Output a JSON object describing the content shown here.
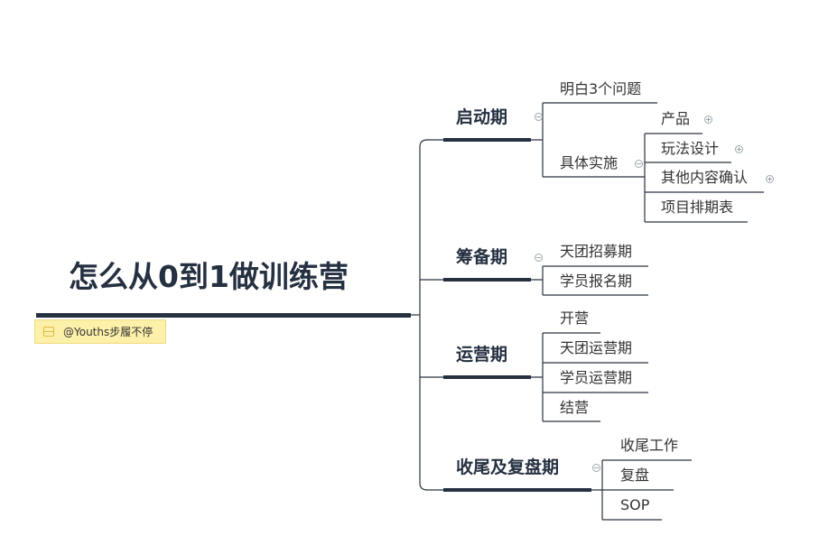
{
  "root": {
    "title": "怎么从0到1做训练营",
    "note": "@Youths步履不停"
  },
  "branches": [
    {
      "label": "启动期",
      "children": [
        {
          "label": "明白3个问题"
        },
        {
          "label": "具体实施",
          "children": [
            {
              "label": "产品"
            },
            {
              "label": "玩法设计"
            },
            {
              "label": "其他内容确认"
            },
            {
              "label": "项目排期表"
            }
          ]
        }
      ]
    },
    {
      "label": "筹备期",
      "children": [
        {
          "label": "天团招募期"
        },
        {
          "label": "学员报名期"
        }
      ]
    },
    {
      "label": "运营期",
      "children": [
        {
          "label": "开营"
        },
        {
          "label": "天团运营期"
        },
        {
          "label": "学员运营期"
        },
        {
          "label": "结营"
        }
      ]
    },
    {
      "label": "收尾及复盘期",
      "children": [
        {
          "label": "收尾工作"
        },
        {
          "label": "复盘"
        },
        {
          "label": "SOP"
        }
      ]
    }
  ],
  "colors": {
    "line": "#253041",
    "note_bg": "#fdf1a9"
  }
}
